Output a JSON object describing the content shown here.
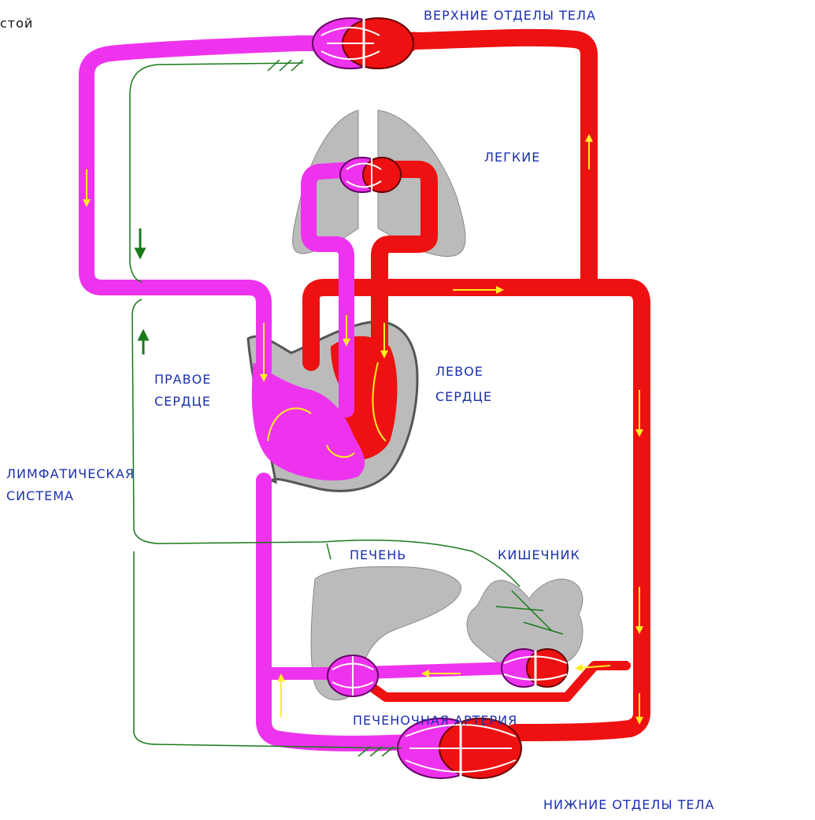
{
  "labels": {
    "corner_fragment": "стой",
    "upper_body": "ВЕРХНИЕ ОТДЕЛЫ ТЕЛА",
    "lungs": "ЛЕГКИЕ",
    "right_heart_line1": "ПРАВОЕ",
    "right_heart_line2": "СЕРДЦЕ",
    "left_heart_line1": "ЛЕВОЕ",
    "left_heart_line2": "СЕРДЦЕ",
    "lymph_line1": "ЛИМФАТИЧЕСКАЯ",
    "lymph_line2": "СИСТЕМА",
    "liver": "ПЕЧЕНЬ",
    "intestine": "КИШЕЧНИК",
    "hepatic_artery": "ПЕЧЕНОЧНАЯ АРТЕРИЯ",
    "lower_body": "НИЖНИЕ ОТДЕЛЫ ТЕЛА"
  },
  "colors": {
    "venous": "#ee33ee",
    "arterial": "#ee1111",
    "organ_gray": "#bbbbbb",
    "lymph": "#1a7a1a",
    "flow_arrow": "#ffee22",
    "label_text": "#1b2fb0"
  }
}
